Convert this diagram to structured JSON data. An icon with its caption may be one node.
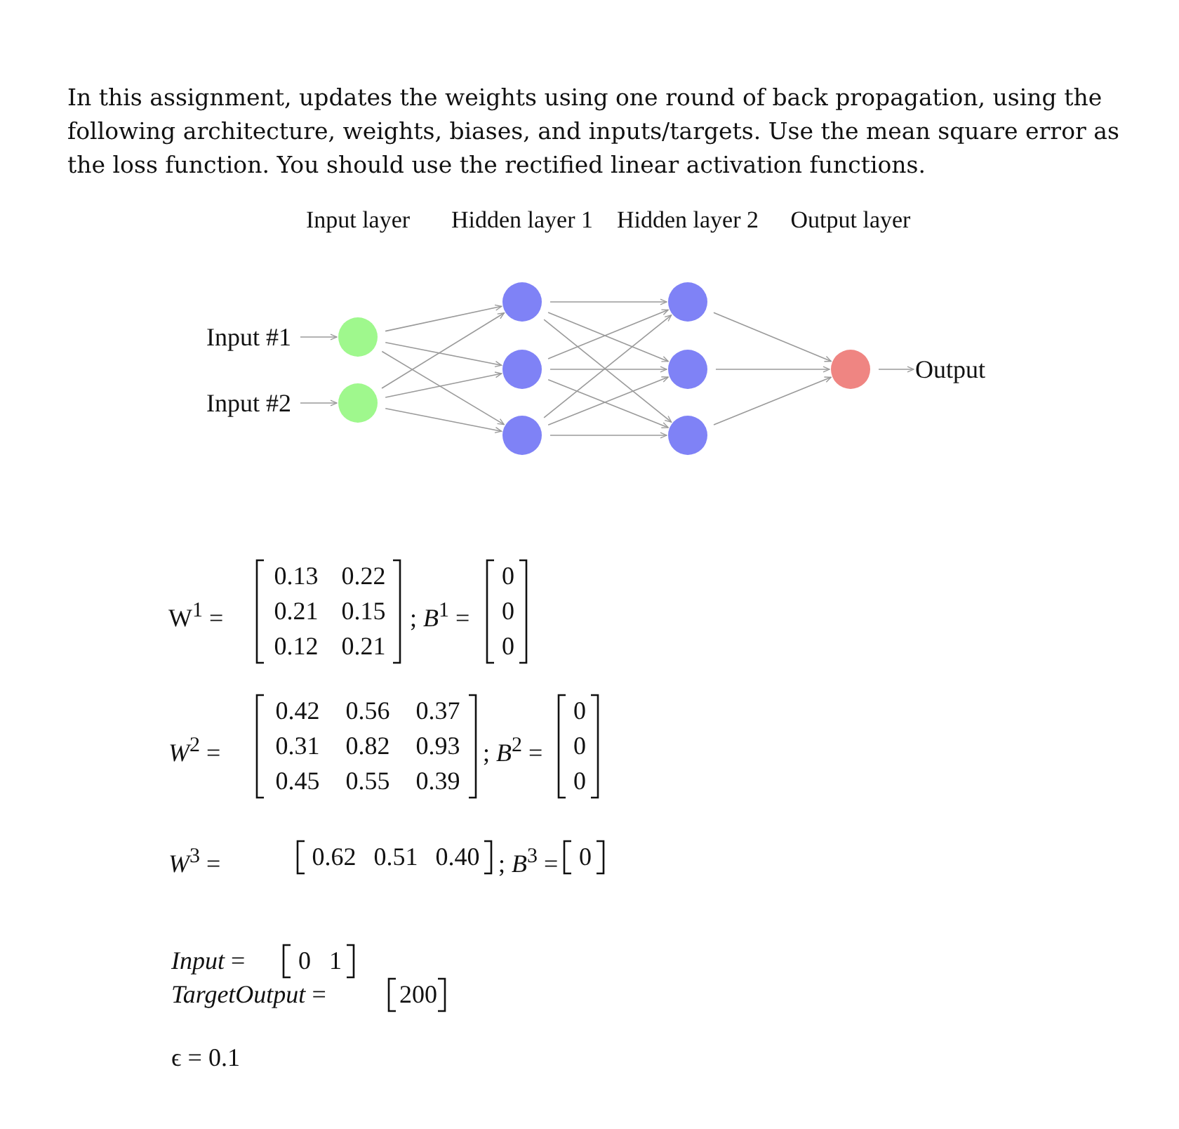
{
  "diagram": {
    "nodes": [
      {
        "text": [
          "Input #1"
        ]
      },
      {
        "text": [
          "Input #2"
        ]
      },
      {
        "text": [],
        "shape": "circle"
      },
      {
        "text": [],
        "shape": "circle"
      },
      {
        "text": [],
        "shape": "circle"
      },
      {
        "text": [],
        "shape": "circle"
      },
      {
        "text": [],
        "shape": "circle"
      },
      {
        "text": [],
        "shape": "circle"
      },
      {
        "text": [],
        "shape": "circle"
      },
      {
        "text": [],
        "shape": "circle"
      },
      {
        "text": [],
        "shape": "circle"
      },
      {
        "text": [
          "Output"
        ]
      }
    ],
    "edges": [
      {
        "from": 0,
        "to": 2,
        "arrow": "to"
      },
      {
        "from": 1,
        "to": 3,
        "arrow": "to"
      },
      {
        "from": 2,
        "to": 4,
        "arrow": "to"
      },
      {
        "from": 2,
        "to": 5,
        "arrow": "to"
      },
      {
        "from": 2,
        "to": 6,
        "arrow": "to"
      },
      {
        "from": 3,
        "to": 4,
        "arrow": "to"
      },
      {
        "from": 3,
        "to": 5,
        "arrow": "to"
      },
      {
        "from": 3,
        "to": 6,
        "arrow": "to"
      },
      {
        "from": 4,
        "to": 7,
        "arrow": "to"
      },
      {
        "from": 4,
        "to": 8,
        "arrow": "to"
      },
      {
        "from": 4,
        "to": 9,
        "arrow": "to"
      },
      {
        "from": 5,
        "to": 7,
        "arrow": "to"
      },
      {
        "from": 5,
        "to": 8,
        "arrow": "to"
      },
      {
        "from": 5,
        "to": 9,
        "arrow": "to"
      },
      {
        "from": 6,
        "to": 7,
        "arrow": "to"
      },
      {
        "from": 6,
        "to": 8,
        "arrow": "to"
      },
      {
        "from": 6,
        "to": 9,
        "arrow": "to"
      },
      {
        "from": 7,
        "to": 10,
        "arrow": "to"
      },
      {
        "from": 8,
        "to": 10,
        "arrow": "to"
      },
      {
        "from": 9,
        "to": 10,
        "arrow": "to"
      },
      {
        "from": 10,
        "to": 11,
        "arrow": "to"
      }
    ],
    "labels": [
      "In this assignment, updates the weights using one round of back propagation, using the following architecture, weights, biases, and inputs/targets. Use the mean square error as the loss function. You should use the rectified linear activation functions.",
      "Input layer",
      "Hidden layer 1",
      "Hidden layer 2",
      "Output layer",
      "W$^{1}$ =",
      "0.13",
      "0.22",
      "0.21",
      "0.15",
      "0.12",
      "0.21",
      "; *B*$^{1}$ =",
      "0",
      "0",
      "0",
      "*W*$^{2}$ =",
      "0.42",
      "0.56",
      "0.37",
      "0.31",
      "0.82",
      "0.93",
      "0.45",
      "0.55",
      "0.39",
      "; *B*$^{2}$ =",
      "0",
      "0",
      "0",
      "*W*$^{3}$ =",
      "0.62",
      "0.51",
      "0.40",
      "; *B*$^{3}$ =",
      "0",
      "*Input* =",
      "0",
      "1",
      "*TargetOutput* =",
      "200",
      "ϵ = 0.1"
    ]
  }
}
